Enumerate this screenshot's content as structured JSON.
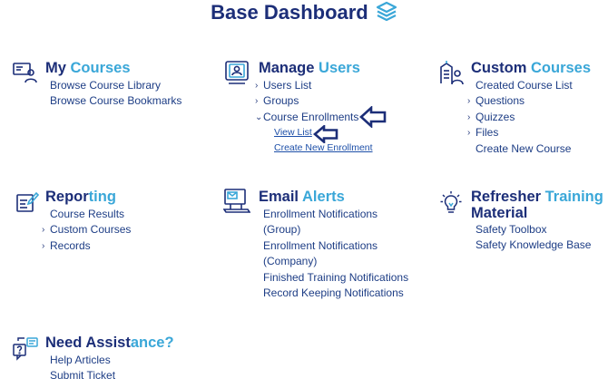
{
  "header": {
    "title": "Base Dashboard",
    "icon": "layers-icon"
  },
  "colors": {
    "dark_navy": "#1c2e78",
    "accent_blue": "#3aa7d8",
    "link": "#1d3d85",
    "arrow": "#1c2e78"
  },
  "my_courses": {
    "title_a": "My",
    "title_b": "Courses",
    "icon": "laptop-user-icon",
    "items": [
      "Browse Course Library",
      "Browse Course Bookmarks"
    ]
  },
  "manage_users": {
    "title_a": "Manage",
    "title_b": "Users",
    "icon": "user-id-card-icon",
    "items": [
      "Users List",
      "Groups",
      "Course Enrollments"
    ],
    "subitems": [
      "View List",
      "Create New Enrollment"
    ]
  },
  "custom_courses": {
    "title_a": "Custom",
    "title_b": "Courses",
    "icon": "building-user-icon",
    "items": [
      "Created Course List",
      "Questions",
      "Quizzes",
      "Files",
      "Create New Course"
    ]
  },
  "reporting": {
    "title_a": "Repor",
    "title_b": "ting",
    "icon": "report-edit-icon",
    "items": [
      "Course Results",
      "Custom Courses",
      "Records"
    ]
  },
  "email_alerts": {
    "title_a": "Email",
    "title_b": "Alerts",
    "icon": "email-computer-icon",
    "items": [
      "Enrollment Notifications",
      "(Group)",
      "Enrollment Notifications",
      "(Company)",
      "Finished Training Notifications",
      "Record Keeping Notifications"
    ]
  },
  "refresher": {
    "title_a": "Refresher",
    "title_b": "Training",
    "title_c": "Material",
    "icon": "lightbulb-icon",
    "items": [
      "Safety Toolbox",
      "Safety Knowledge Base"
    ]
  },
  "assistance": {
    "title_a": "Need Assist",
    "title_b": "ance?",
    "icon": "help-chat-icon",
    "items": [
      "Help Articles",
      "Submit Ticket"
    ]
  }
}
